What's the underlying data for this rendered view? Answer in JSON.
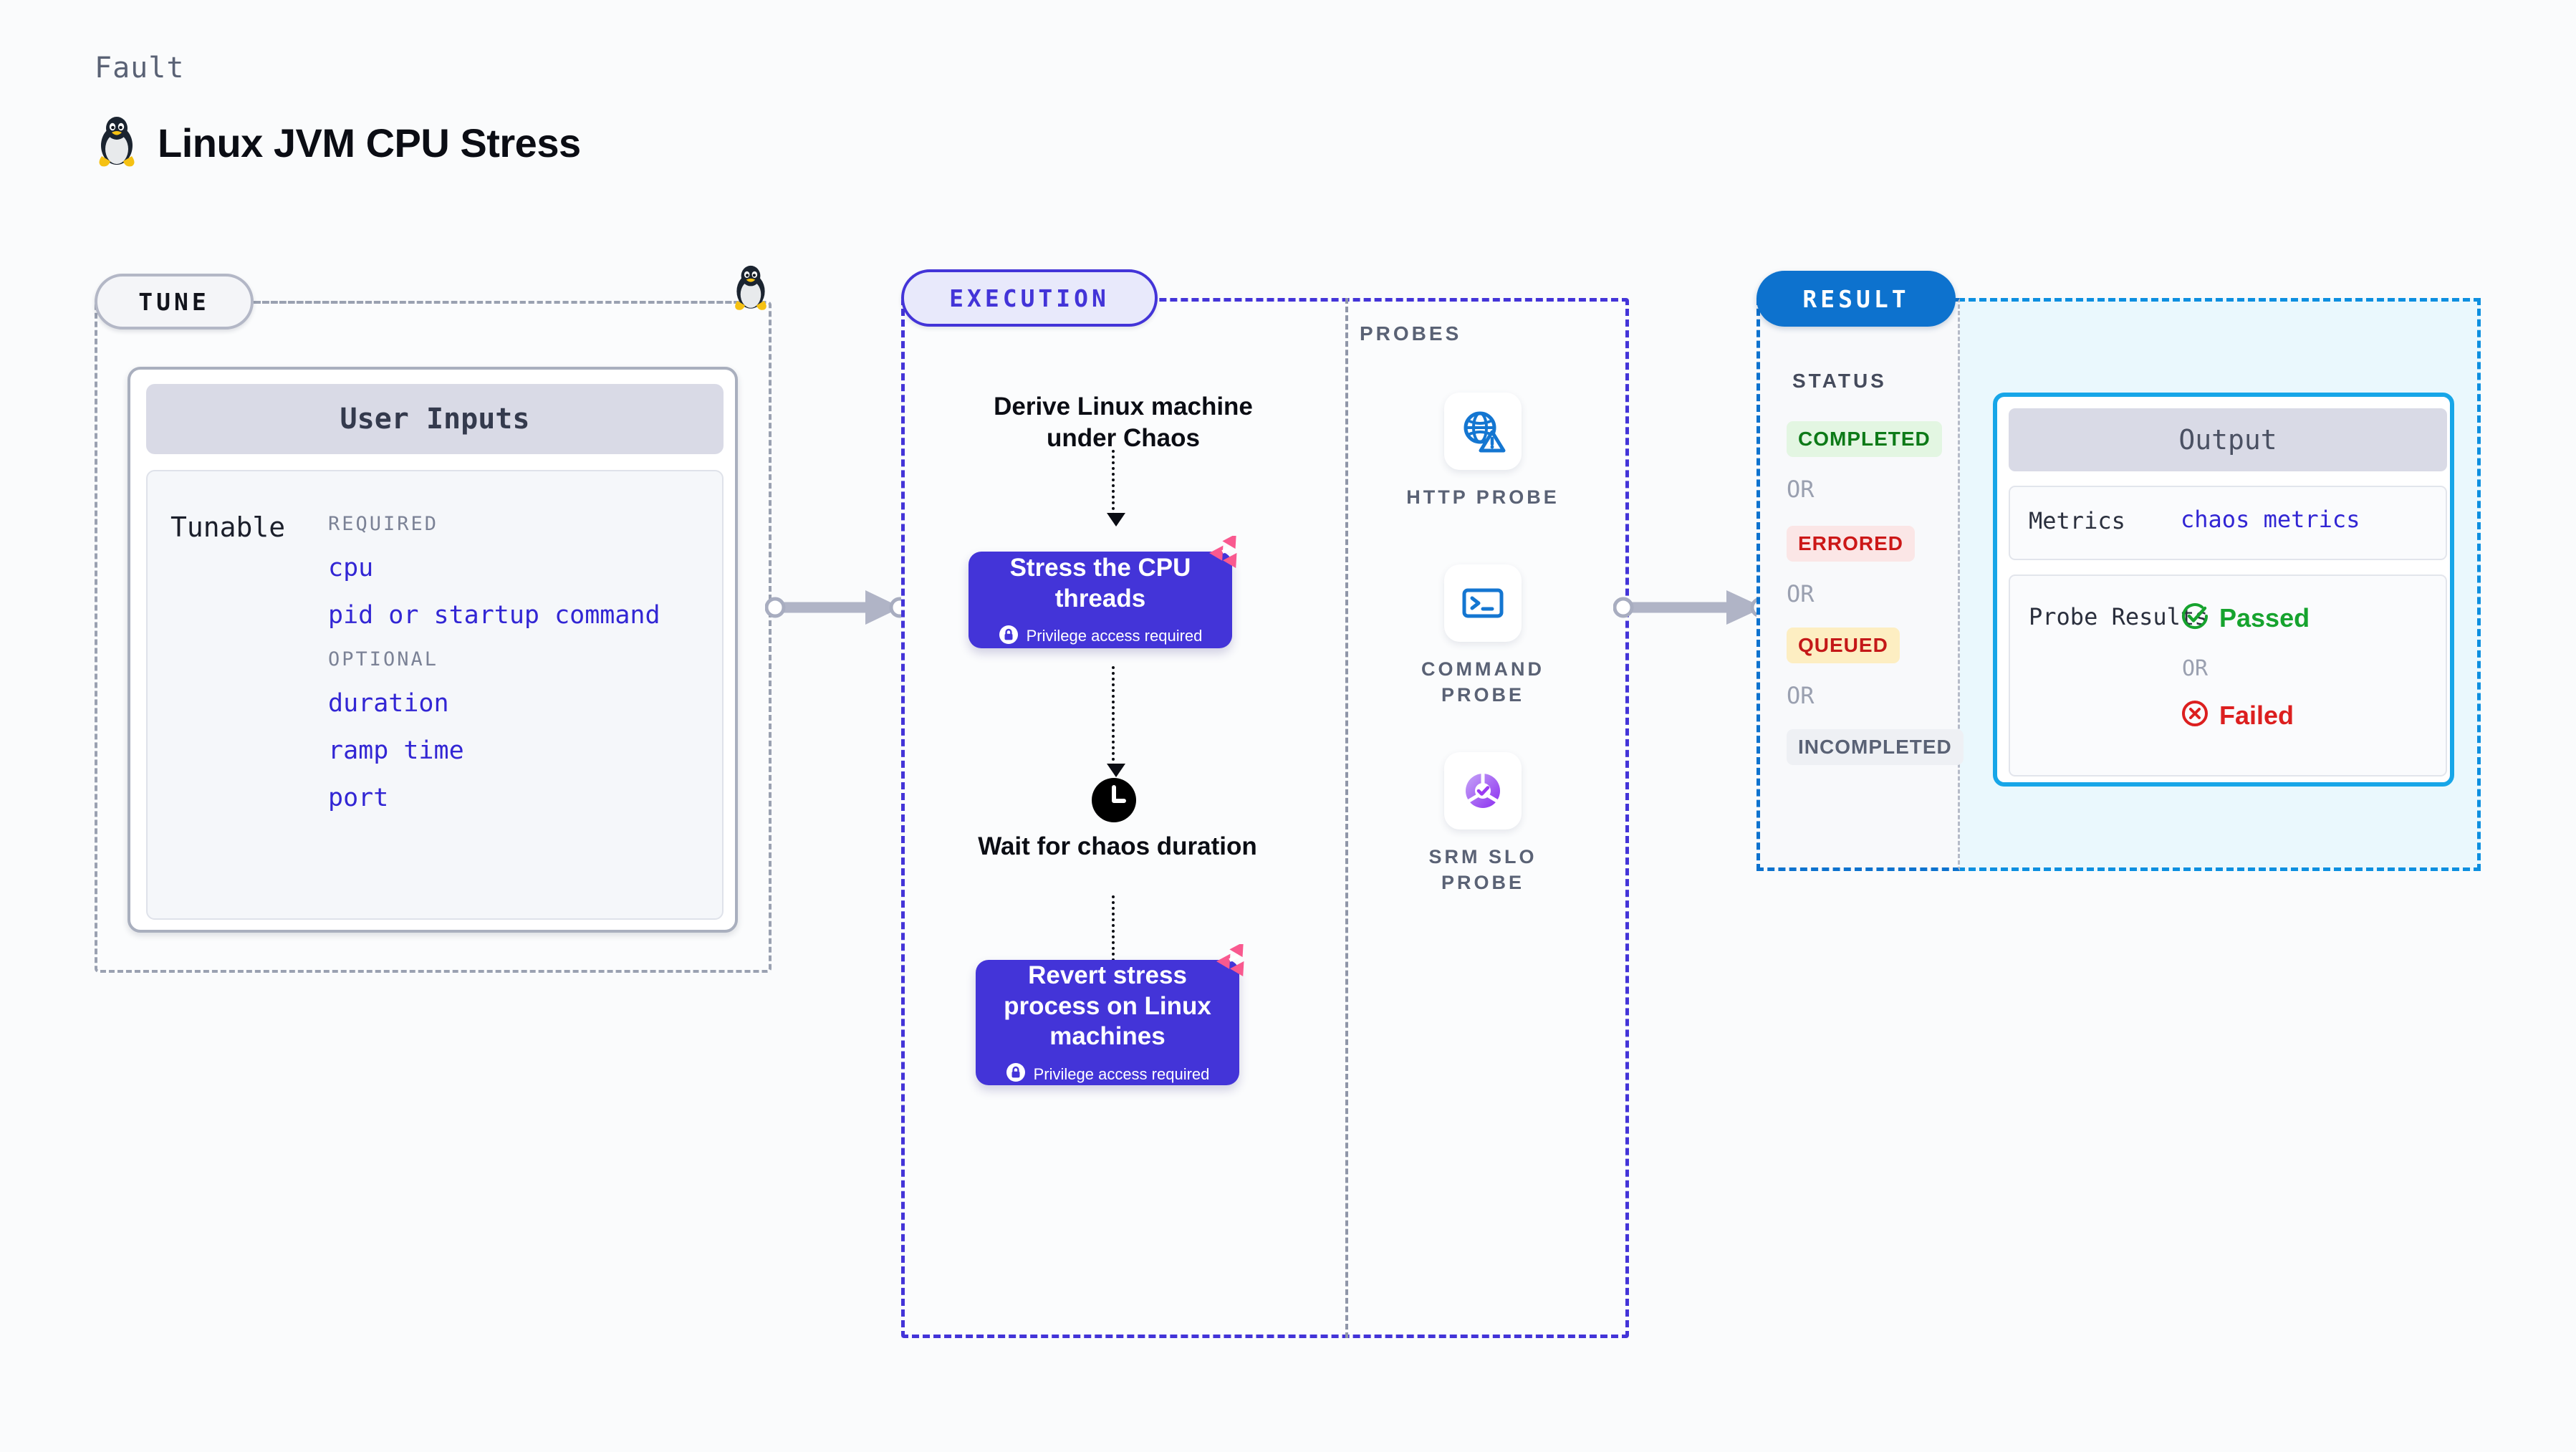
{
  "header": {
    "kicker": "Fault",
    "title": "Linux JVM CPU Stress",
    "icon": "tux-penguin-icon"
  },
  "tune": {
    "badge": "TUNE",
    "card_title": "User Inputs",
    "tunable_label": "Tunable",
    "groups": [
      {
        "heading": "REQUIRED",
        "params": [
          "cpu",
          "pid or startup command"
        ]
      },
      {
        "heading": "OPTIONAL",
        "params": [
          "duration",
          "ramp time",
          "port"
        ]
      }
    ]
  },
  "execution": {
    "badge": "EXECUTION",
    "steps": [
      {
        "kind": "text",
        "label": "Derive Linux machine under Chaos"
      },
      {
        "kind": "action",
        "label": "Stress the CPU threads",
        "note": "Privilege access required",
        "badge": "chaos-logo-icon"
      },
      {
        "kind": "wait",
        "label": "Wait for chaos duration",
        "icon": "clock-icon"
      },
      {
        "kind": "action",
        "label": "Revert stress process on Linux machines",
        "note": "Privilege access required",
        "badge": "chaos-logo-icon"
      }
    ]
  },
  "probes": {
    "heading": "PROBES",
    "items": [
      {
        "label": "HTTP PROBE",
        "icon": "globe-warning-icon"
      },
      {
        "label": "COMMAND PROBE",
        "icon": "terminal-icon"
      },
      {
        "label": "SRM SLO PROBE",
        "icon": "slo-donut-check-icon"
      }
    ]
  },
  "result": {
    "badge": "RESULT",
    "status_heading": "STATUS",
    "or_label": "OR",
    "statuses": [
      {
        "label": "COMPLETED",
        "bg": "#e3f6e2",
        "fg": "#0d7a18"
      },
      {
        "label": "ERRORED",
        "bg": "#fbe6e6",
        "fg": "#cc1717"
      },
      {
        "label": "QUEUED",
        "bg": "#fdeec2",
        "fg": "#c41818"
      },
      {
        "label": "INCOMPLETED",
        "bg": "#eef0f4",
        "fg": "#5a6275"
      }
    ],
    "output": {
      "title": "Output",
      "metrics_key": "Metrics",
      "metrics_value": "chaos metrics",
      "probe_key": "Probe Results",
      "passed": "Passed",
      "failed": "Failed",
      "or_label": "OR"
    }
  },
  "colors": {
    "brand_purple": "#4334d8",
    "result_blue": "#0d72ce",
    "output_border": "#17a6e8",
    "chaos_pink": "#f9598f",
    "param_blue": "#3226d4"
  }
}
